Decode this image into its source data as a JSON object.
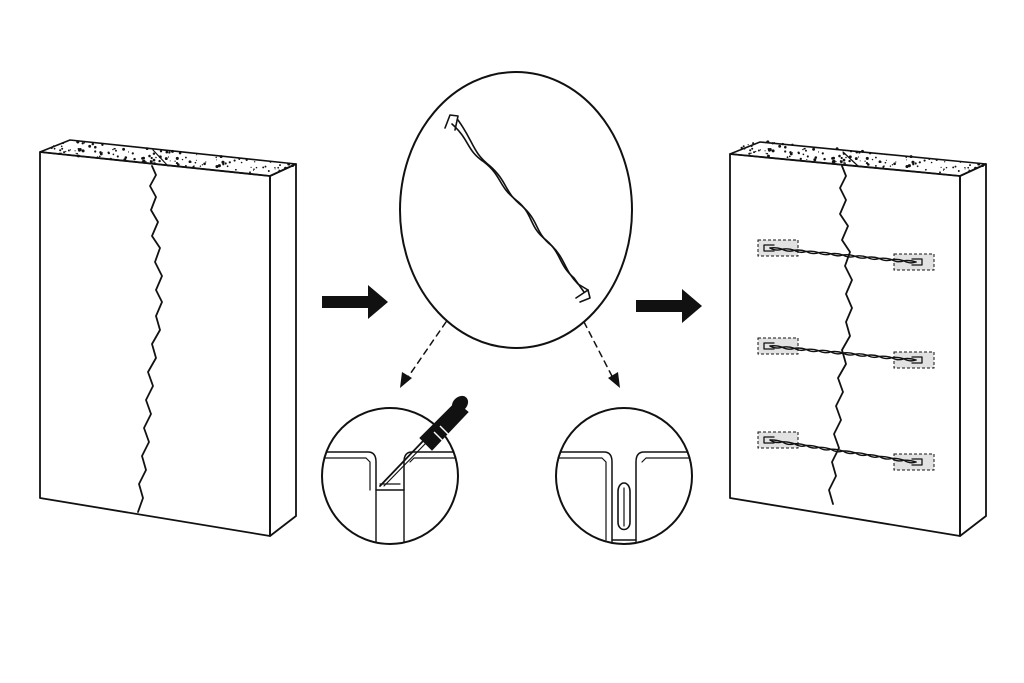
{
  "diagram": {
    "title": "",
    "colors": {
      "ink": "#111111",
      "paper": "#ffffff",
      "slot_fill": "#e2e2e2",
      "arrow_fill": "#111111"
    },
    "panels": [
      {
        "id": "cracked-wall",
        "label": ""
      },
      {
        "id": "helical-bar-detail",
        "label": ""
      },
      {
        "id": "cut-slot-detail",
        "label": ""
      },
      {
        "id": "bar-in-slot-detail",
        "label": ""
      },
      {
        "id": "repaired-wall",
        "label": ""
      }
    ],
    "steps": [
      {
        "from": "cracked-wall",
        "to": "helical-bar-detail",
        "style": "solid-arrow"
      },
      {
        "from": "helical-bar-detail",
        "to": "cut-slot-detail",
        "style": "dashed-arrow"
      },
      {
        "from": "helical-bar-detail",
        "to": "bar-in-slot-detail",
        "style": "dashed-arrow"
      },
      {
        "from": "helical-bar-detail",
        "to": "repaired-wall",
        "style": "solid-arrow"
      }
    ],
    "icons": [
      "cracked-wall-icon",
      "helical-bar-icon",
      "screwdriver-icon",
      "stitch-bar-icon"
    ],
    "stitch_count": 3
  }
}
